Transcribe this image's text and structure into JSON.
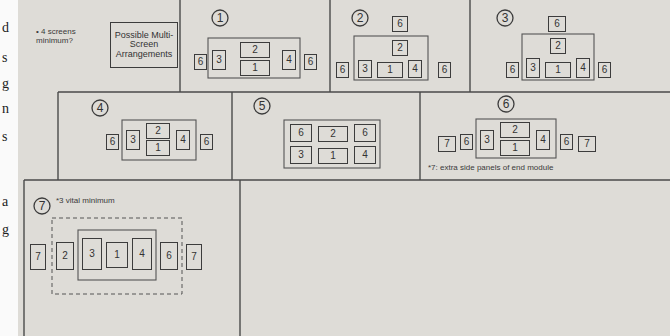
{
  "diagram": {
    "nodes": [
      {
        "text": [
          "Possible Multi-Screen Arrangements"
        ]
      },
      {
        "text": [
          "1"
        ]
      },
      {
        "text": [
          "6"
        ]
      },
      {
        "text": [
          "3"
        ]
      },
      {
        "text": [
          "2"
        ]
      },
      {
        "text": [
          "1"
        ]
      },
      {
        "text": [
          "4"
        ]
      },
      {
        "text": [
          "6"
        ]
      },
      {
        "text": [
          "2"
        ]
      },
      {
        "text": [
          "6"
        ]
      },
      {
        "text": [
          "2"
        ]
      },
      {
        "text": [
          "6"
        ]
      },
      {
        "text": [
          "3"
        ]
      },
      {
        "text": [
          "1"
        ]
      },
      {
        "text": [
          "4"
        ]
      },
      {
        "text": [
          "6"
        ]
      },
      {
        "text": [
          "3"
        ]
      },
      {
        "text": [
          "6"
        ]
      },
      {
        "text": [
          "2"
        ]
      },
      {
        "text": [
          "6"
        ]
      },
      {
        "text": [
          "3"
        ]
      },
      {
        "text": [
          "1"
        ]
      },
      {
        "text": [
          "4"
        ]
      },
      {
        "text": [
          "6"
        ]
      },
      {
        "text": [
          "4"
        ]
      },
      {
        "text": [
          "6"
        ]
      },
      {
        "text": [
          "3"
        ]
      },
      {
        "text": [
          "2"
        ]
      },
      {
        "text": [
          "1"
        ]
      },
      {
        "text": [
          "4"
        ]
      },
      {
        "text": [
          "6"
        ]
      },
      {
        "text": [
          "5"
        ]
      },
      {
        "text": [
          "6"
        ]
      },
      {
        "text": [
          "2"
        ]
      },
      {
        "text": [
          "6"
        ]
      },
      {
        "text": [
          "3"
        ]
      },
      {
        "text": [
          "1"
        ]
      },
      {
        "text": [
          "4"
        ]
      },
      {
        "text": [
          "6"
        ]
      },
      {
        "text": [
          "7"
        ]
      },
      {
        "text": [
          "6"
        ]
      },
      {
        "text": [
          "3"
        ]
      },
      {
        "text": [
          "2"
        ]
      },
      {
        "text": [
          "1"
        ]
      },
      {
        "text": [
          "4"
        ]
      },
      {
        "text": [
          "6"
        ]
      },
      {
        "text": [
          "7"
        ]
      },
      {
        "text": [
          "7"
        ]
      },
      {
        "text": [
          "7"
        ]
      },
      {
        "text": [
          "2"
        ]
      },
      {
        "text": [
          "3"
        ]
      },
      {
        "text": [
          "1"
        ]
      },
      {
        "text": [
          "4"
        ]
      },
      {
        "text": [
          "6"
        ]
      },
      {
        "text": [
          "7"
        ]
      }
    ],
    "labels": [
      "d",
      "s",
      "g",
      "n",
      "s",
      "a",
      "g",
      "• 4 screens minimum?",
      "*7: extra side panels of end module",
      "*3 vital minimum"
    ]
  }
}
